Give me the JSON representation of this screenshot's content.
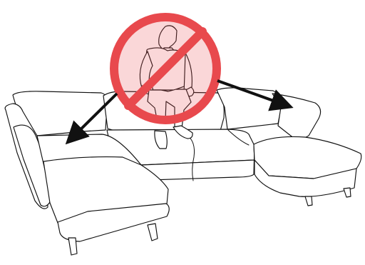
{
  "illustration": {
    "subject": "sectional-sofa",
    "symbol": "prohibition-sign",
    "colors": {
      "prohibition": "#e8494d",
      "shirt": "#9da0a2",
      "pants": "#6a6b27",
      "shoes": "#1a1f7a",
      "skin": "#d6a178",
      "outline": "#111111",
      "sofa": "#ffffff"
    },
    "arrows": [
      "left-chaise-arrow",
      "right-chaise-arrow"
    ]
  }
}
